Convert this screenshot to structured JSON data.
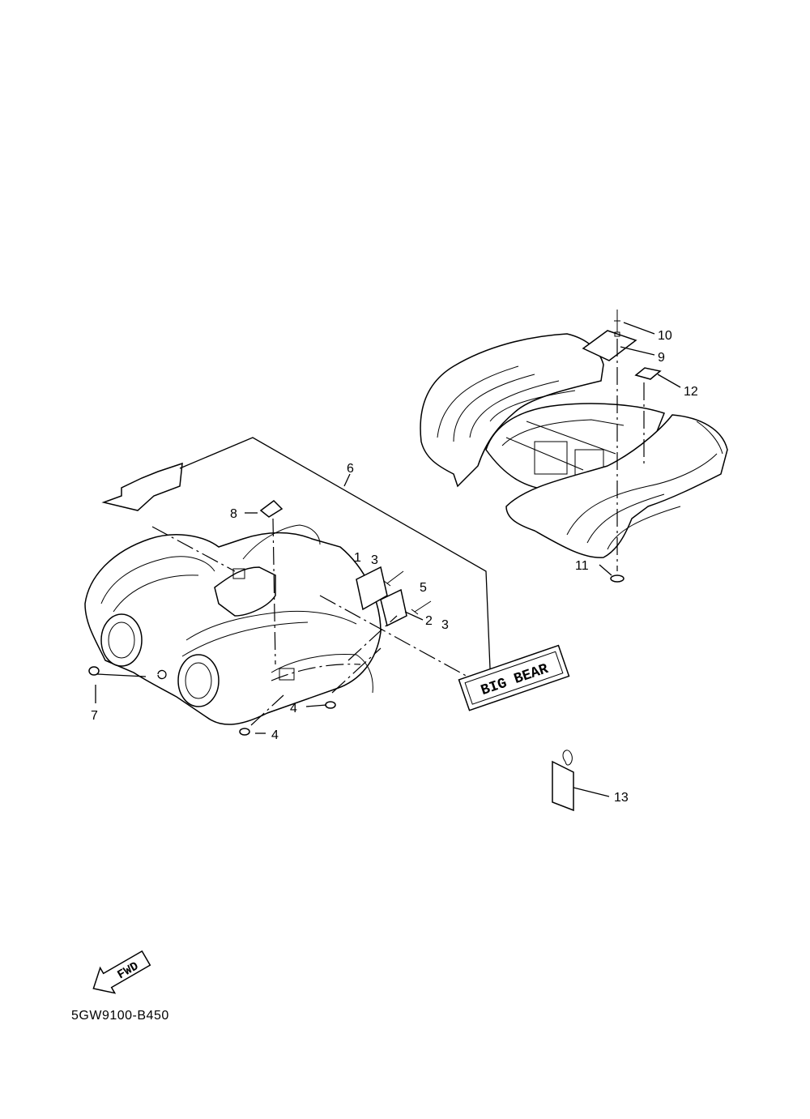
{
  "diagram": {
    "part_labels": [
      "1",
      "2",
      "3",
      "3",
      "4",
      "4",
      "5",
      "6",
      "7",
      "8",
      "9",
      "10",
      "11",
      "12",
      "13"
    ],
    "fwd_label": "FWD",
    "decal_text": "BIG BEAR",
    "diagram_code": "5GW9100-B450"
  }
}
